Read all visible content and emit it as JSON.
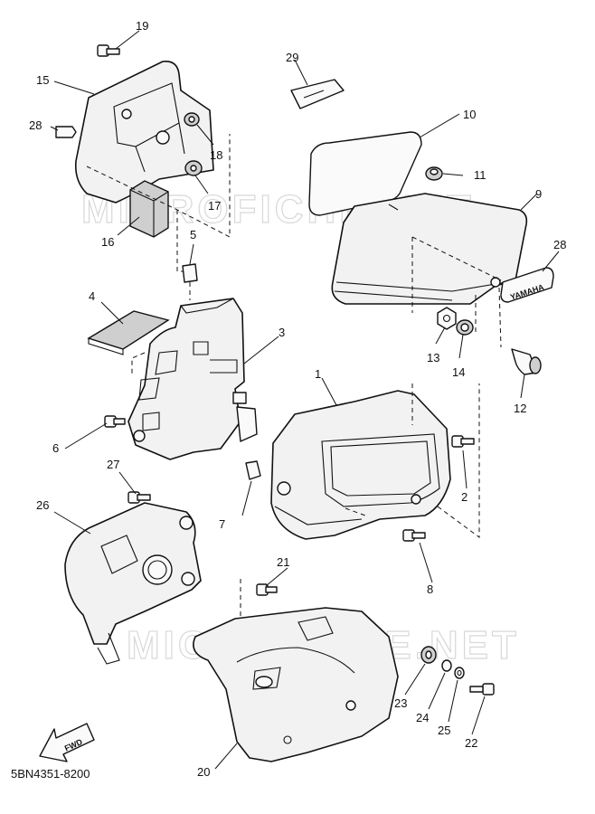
{
  "watermark": "MICROFICHE.NET",
  "diagram_code": "5BN4351-8200",
  "fwd_label": "FWD",
  "emblem_label": "YAMAHA",
  "callouts": {
    "c1": "1",
    "c2": "2",
    "c3": "3",
    "c4": "4",
    "c5": "5",
    "c6": "6",
    "c7": "7",
    "c8": "8",
    "c9": "9",
    "c10": "10",
    "c11": "11",
    "c12": "12",
    "c13": "13",
    "c14": "14",
    "c15": "15",
    "c16": "16",
    "c17": "17",
    "c18": "18",
    "c19": "19",
    "c20": "20",
    "c21": "21",
    "c22": "22",
    "c23": "23",
    "c24": "24",
    "c25": "25",
    "c26": "26",
    "c27": "27",
    "c28a": "28",
    "c28b": "28",
    "c29": "29"
  }
}
